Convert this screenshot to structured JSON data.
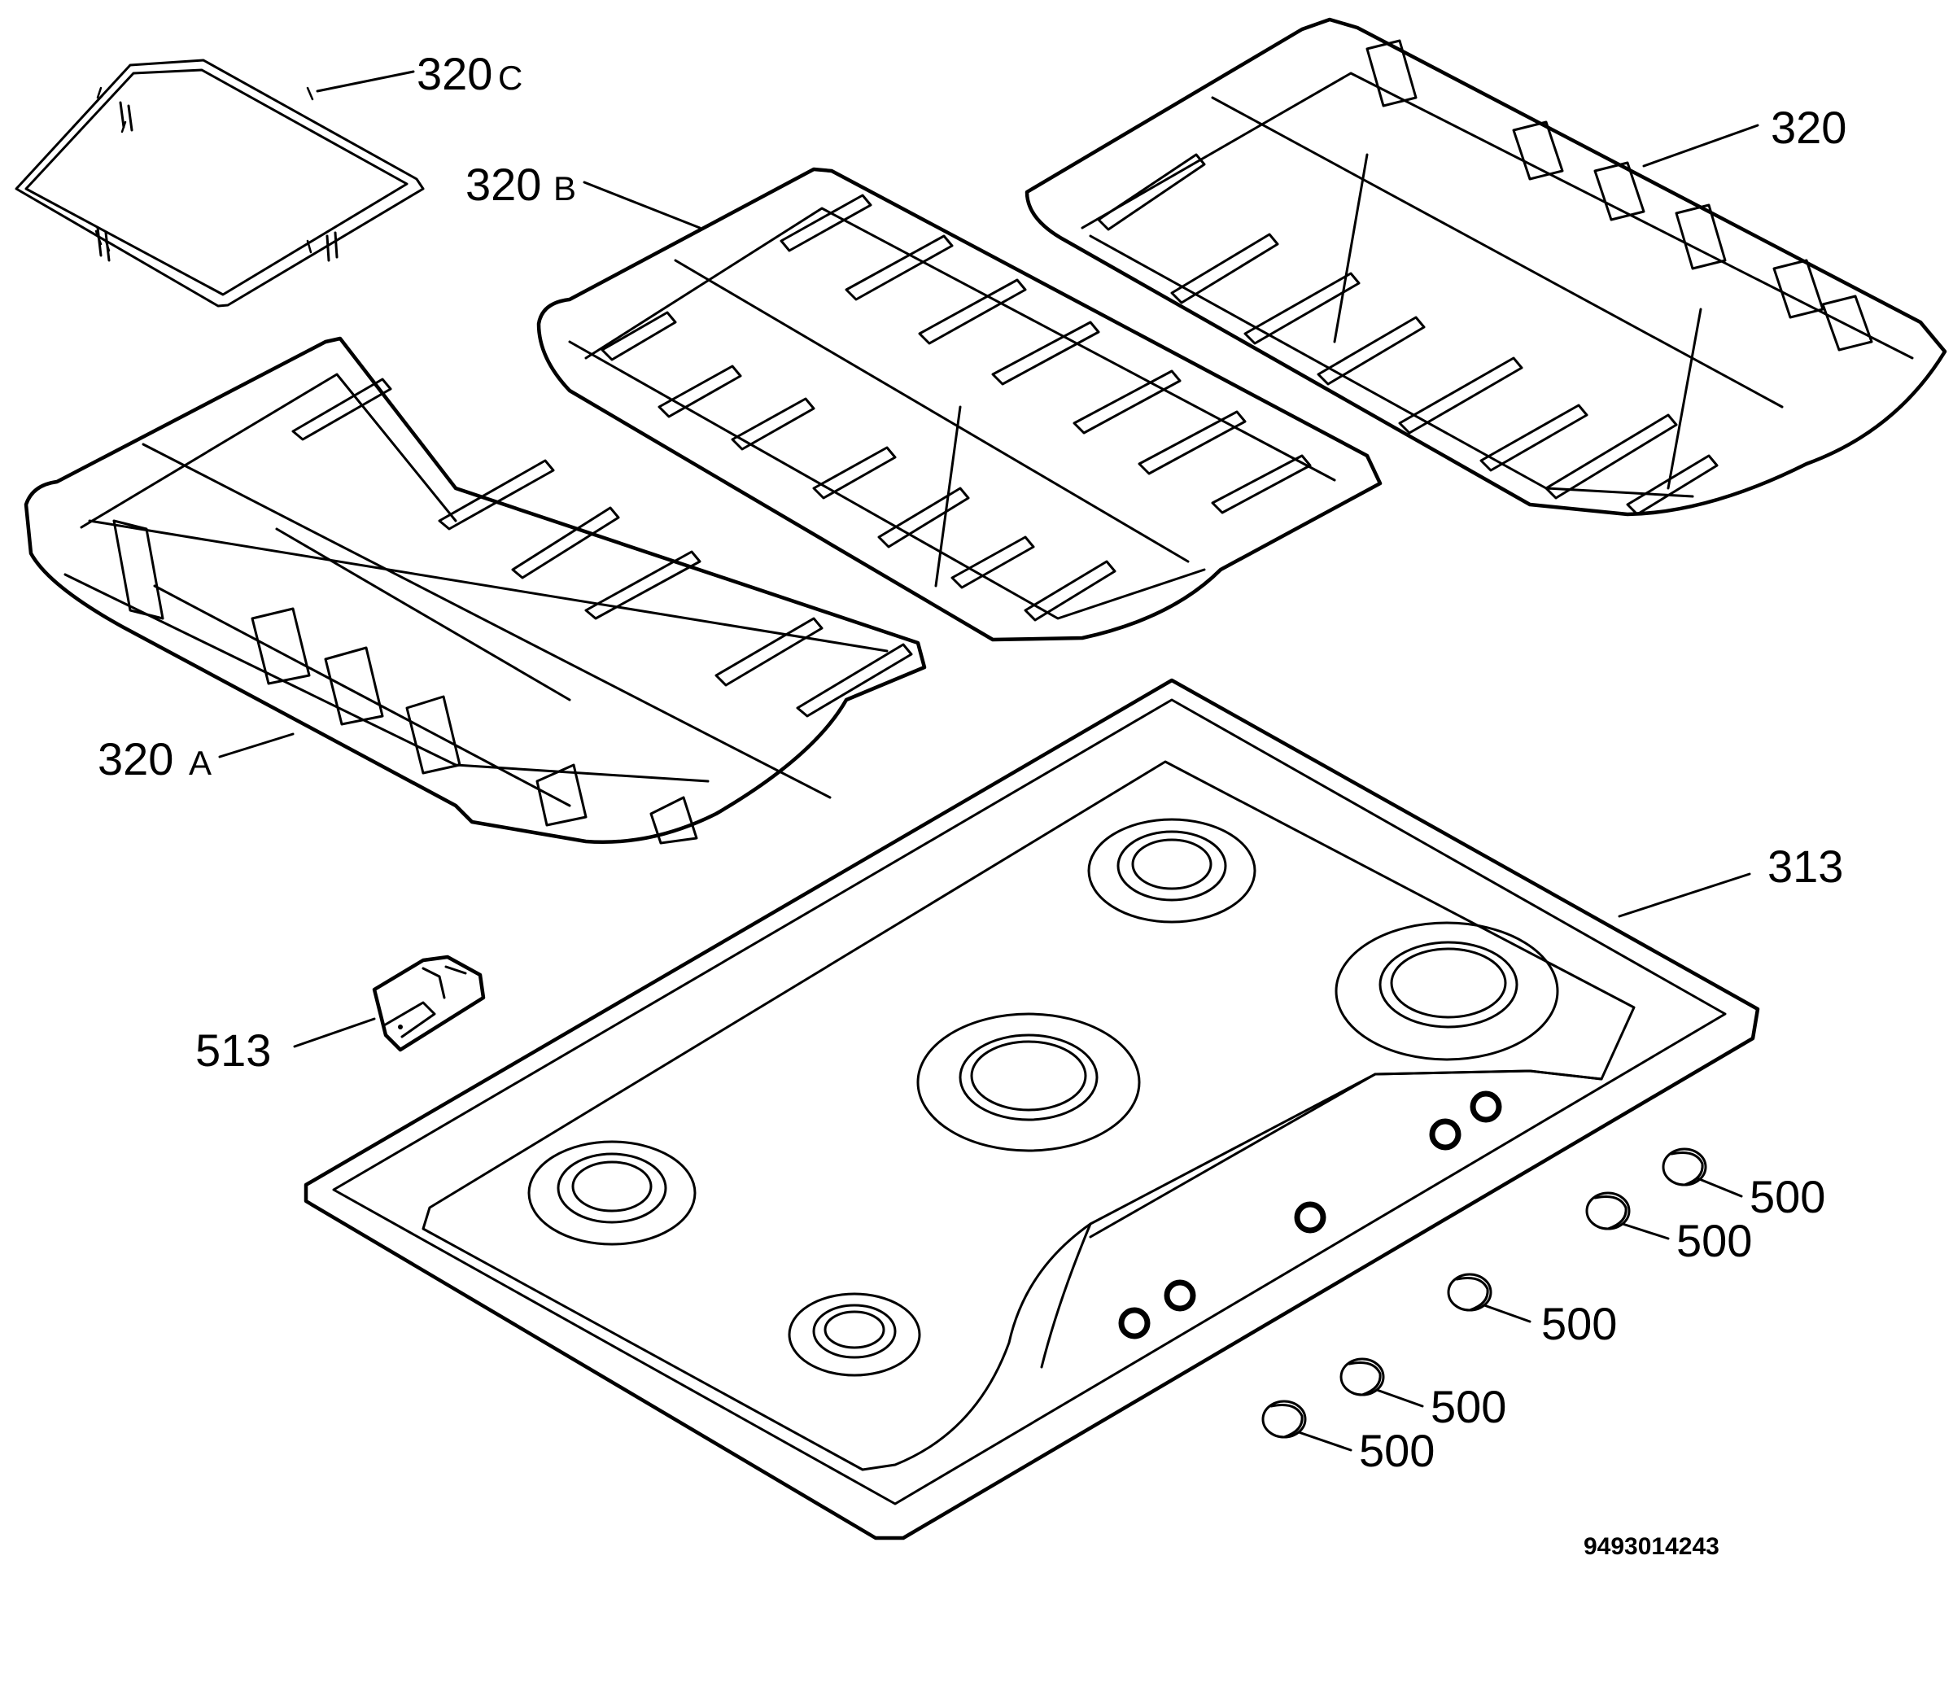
{
  "diagram": {
    "labels": {
      "p320": "320",
      "p320a_num": "320",
      "p320a_suffix": "A",
      "p320b_num": "320",
      "p320b_suffix": "B",
      "p320c_num": "320",
      "p320c_suffix": "C",
      "p313": "313",
      "p513": "513",
      "knob_1": "500",
      "knob_2": "500",
      "knob_3": "500",
      "knob_4": "500",
      "knob_5": "500"
    },
    "drawing_number": "9493014243"
  }
}
